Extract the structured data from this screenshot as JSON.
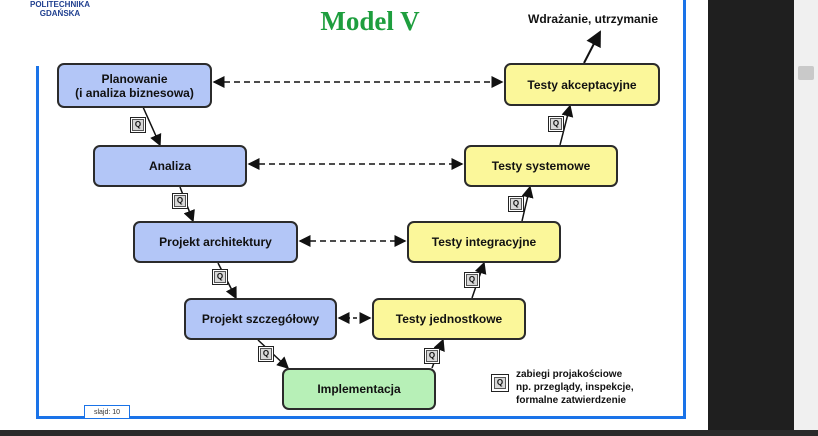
{
  "logo": {
    "line1": "POLITECHNIKA",
    "line2": "GDAŃSKA"
  },
  "title": "Model V",
  "deploy_label": "Wdrażanie, utrzymanie",
  "left_boxes": [
    {
      "line1": "Planowanie",
      "line2": "(i analiza  biznesowa)"
    },
    {
      "label": "Analiza"
    },
    {
      "label": "Projekt architektury"
    },
    {
      "label": "Projekt szczegółowy"
    }
  ],
  "bottom_box": "Implementacja",
  "right_boxes": [
    {
      "label": "Testy akceptacyjne"
    },
    {
      "label": "Testy systemowe"
    },
    {
      "label": "Testy integracyjne"
    },
    {
      "label": "Testy jednostkowe"
    }
  ],
  "q_symbol": "Q",
  "legend": {
    "line1": "zabiegi projakościowe",
    "line2": "np. przeglądy, inspekcje,",
    "line3": "formalne zatwierdzenie"
  },
  "slide_number": "slajd: 10",
  "colors": {
    "title": "#1e9e3e",
    "left_box_fill": "#b3c6f7",
    "right_box_fill": "#fbf79a",
    "bottom_box_fill": "#b7f0b7",
    "frame": "#1a73e8"
  }
}
